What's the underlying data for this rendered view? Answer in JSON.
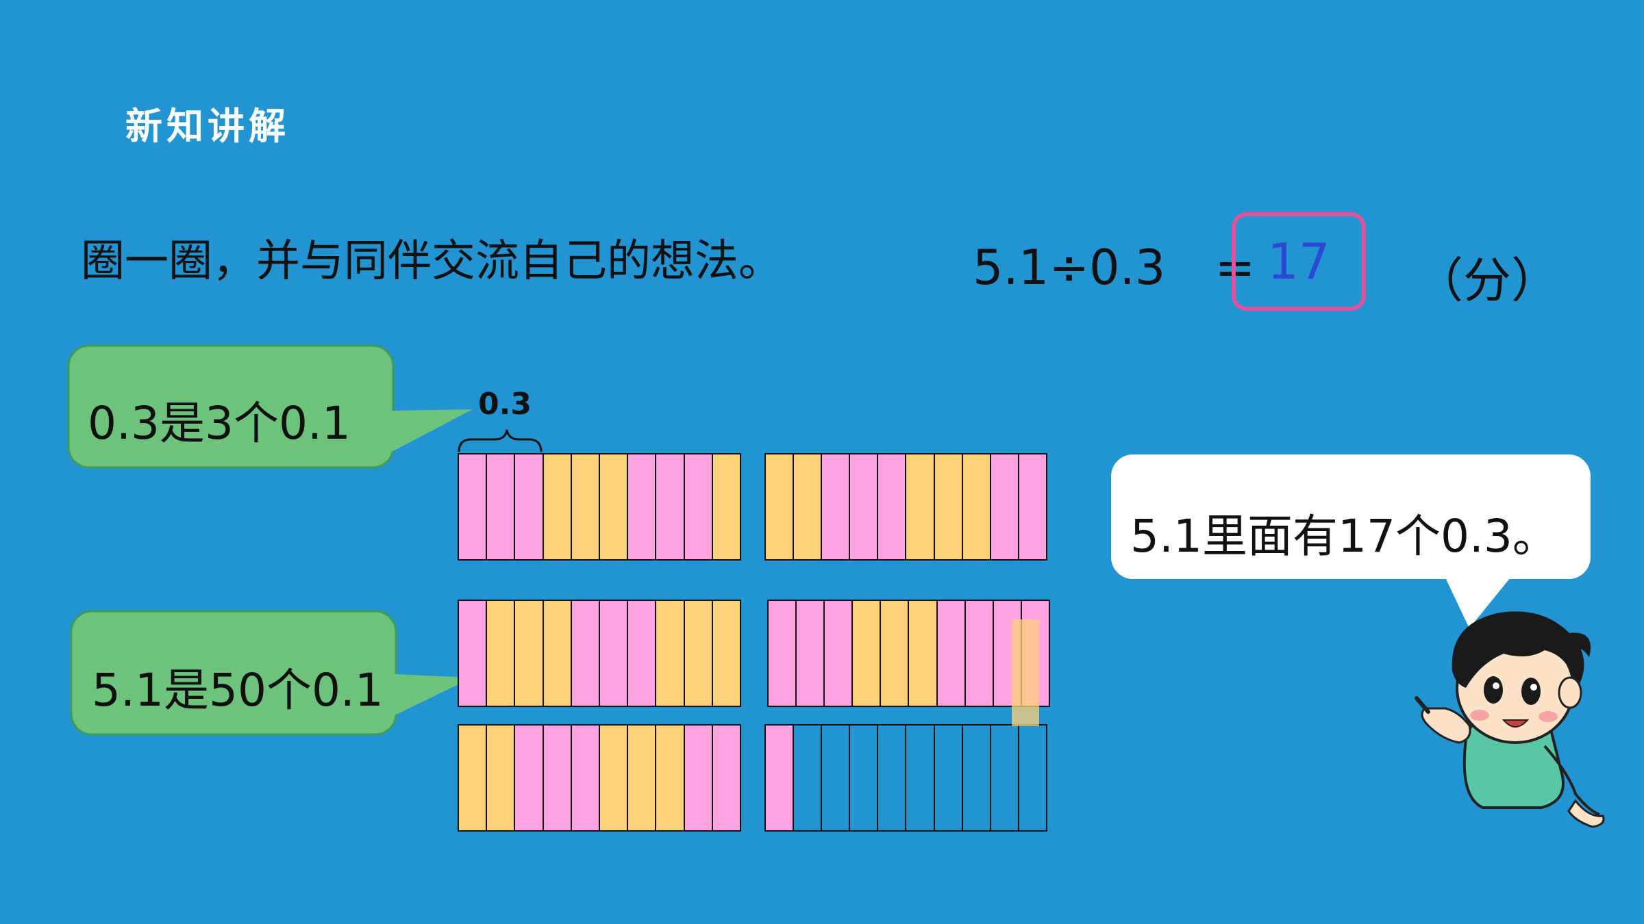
{
  "slide": {
    "section_title": "新知讲解",
    "instruction": "圈一圈，并与同伴交流自己的想法。",
    "equation": {
      "expression": "5.1÷0.3",
      "equals": "=",
      "answer": "17",
      "unit": "（分）"
    },
    "bubbles": {
      "left_top": "0.3是3个0.1",
      "left_bottom": "5.1是50个0.1",
      "right": "5.1里面有17个0.3。"
    },
    "bracket_label": "0.3",
    "colors": {
      "background": "#2394D2",
      "bubble_green": "#6DC27C",
      "bubble_white": "#FFFFFF",
      "cell_pink": "#FFA3E2",
      "cell_yellow": "#FFD27A",
      "answer_border": "#E4519B",
      "answer_text": "#2B49D6"
    },
    "strips": [
      [
        "p",
        "p",
        "p",
        "y",
        "y",
        "y",
        "p",
        "p",
        "p",
        "y"
      ],
      [
        "y",
        "y",
        "p",
        "p",
        "p",
        "y",
        "y",
        "y",
        "p",
        "p"
      ],
      [
        "p",
        "y",
        "y",
        "y",
        "p",
        "p",
        "p",
        "y",
        "y",
        "y"
      ],
      [
        "p",
        "p",
        "p",
        "y",
        "y",
        "y",
        "p",
        "p",
        "p",
        "p"
      ],
      [
        "y",
        "y",
        "p",
        "p",
        "p",
        "y",
        "y",
        "y",
        "p",
        "p"
      ],
      [
        "p",
        "e",
        "e",
        "e",
        "e",
        "e",
        "e",
        "e",
        "e",
        "e"
      ]
    ],
    "icons": {
      "character": "boy-pointing-icon"
    }
  }
}
